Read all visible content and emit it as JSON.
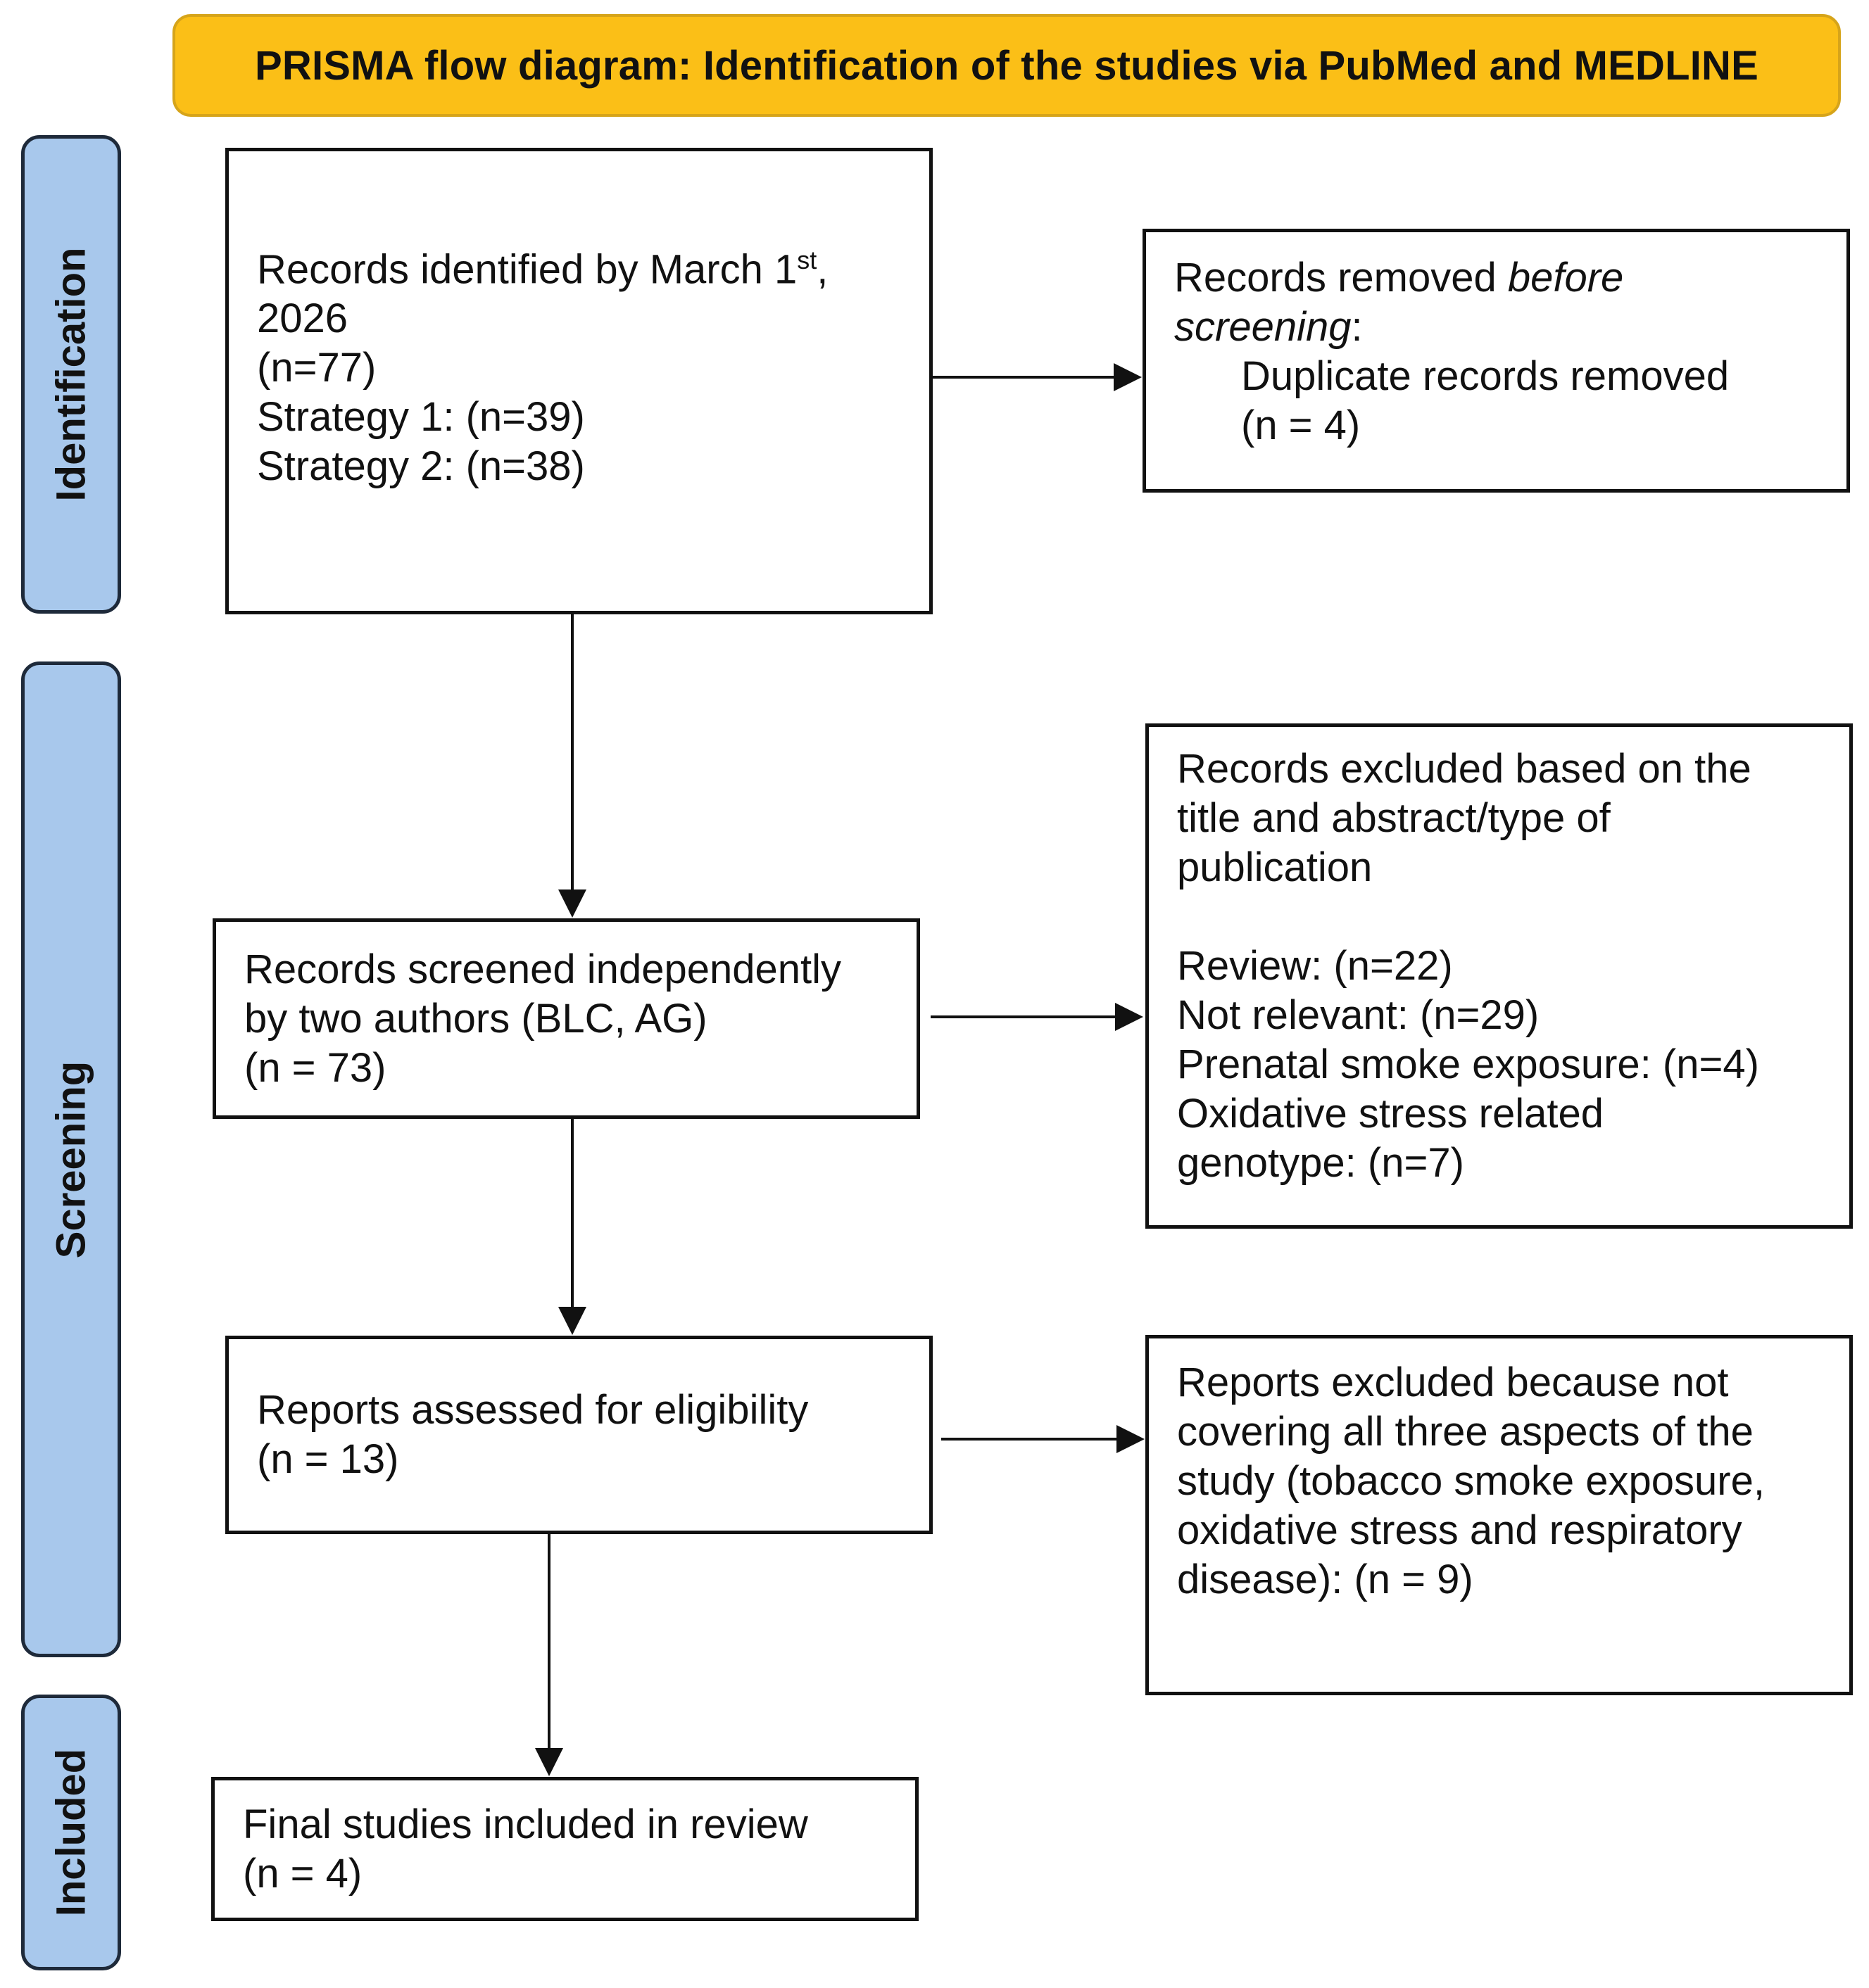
{
  "title": "PRISMA flow diagram: Identification of the studies via PubMed and MEDLINE",
  "phases": {
    "identification": "Identification",
    "screening": "Screening",
    "included": "Included"
  },
  "boxes": {
    "identified": {
      "line1": "Records identified by March 1",
      "line1_sup": "st",
      "line1_suffix": ",",
      "line2": "2026",
      "line3": "(n=77)",
      "line4": "Strategy 1: (n=39)",
      "line5": "Strategy 2: (n=38)"
    },
    "removed": {
      "line1_pre": "Records removed ",
      "line1_em": "before",
      "line2_em": "screening",
      "line2_post": ":",
      "line3": "Duplicate records removed",
      "line4": "(n = 4)"
    },
    "screened": {
      "line1": "Records screened independently",
      "line2": "by two authors (BLC, AG)",
      "line3": "(n = 73)"
    },
    "excluded_title": {
      "line1": "Records excluded based on the",
      "line2": "title and abstract/type of",
      "line3": "publication",
      "line4": "Review: (n=22)",
      "line5": "Not relevant: (n=29)",
      "line6": "Prenatal smoke exposure: (n=4)",
      "line7": "Oxidative stress related",
      "line8": "genotype: (n=7)"
    },
    "assessed": {
      "line1": "Reports assessed for eligibility",
      "line2": "(n = 13)"
    },
    "excluded_reports": {
      "line1": "Reports excluded because not",
      "line2": "covering all three aspects of the",
      "line3": "study (tobacco smoke exposure,",
      "line4": "oxidative stress and respiratory",
      "line5": "disease): (n = 9)"
    },
    "included": {
      "line1": "Final studies included in review",
      "line2": "(n = 4)"
    }
  }
}
